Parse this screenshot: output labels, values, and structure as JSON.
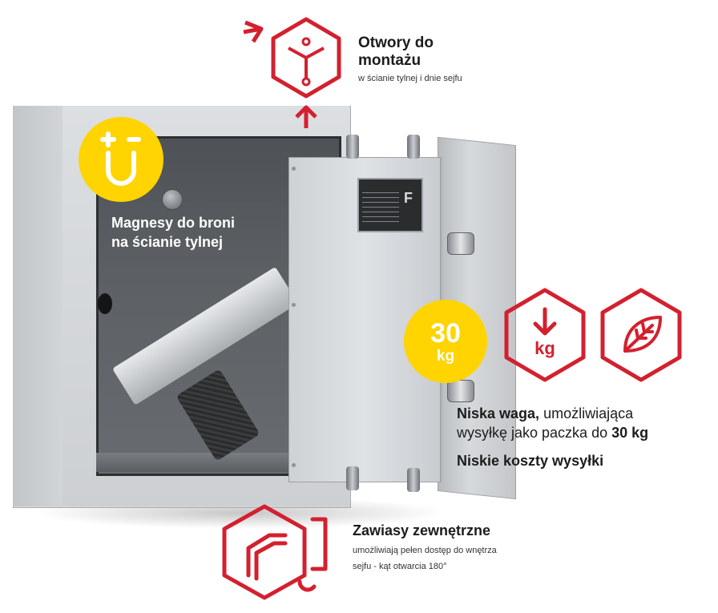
{
  "mounting": {
    "title_line1": "Otwory do",
    "title_line2": "montażu",
    "subtitle": "w ścianie tylnej i dnie sejfu"
  },
  "magnets": {
    "title_line1": "Magnesy do broni",
    "title_line2": "na ścianie tylnej"
  },
  "weight_badge": {
    "number": "30",
    "unit": "kg"
  },
  "weight_icon": {
    "label": "kg"
  },
  "weight_info": {
    "bold_lead": "Niska waga,",
    "line1_rest": " umożliwiająca",
    "line2_prefix": "wysyłkę jako paczka do ",
    "line2_bold": "30 kg",
    "shipping": "Niskie koszty wysyłki"
  },
  "hinges": {
    "title": "Zawiasy zewnętrzne",
    "subtitle_line1": "umożliwiają pełen dostęp do wnętrza",
    "subtitle_line2": "sejfu - kąt otwarcia 180°"
  },
  "colors": {
    "accent_red": "#d3202f",
    "accent_yellow": "#ffd400"
  }
}
